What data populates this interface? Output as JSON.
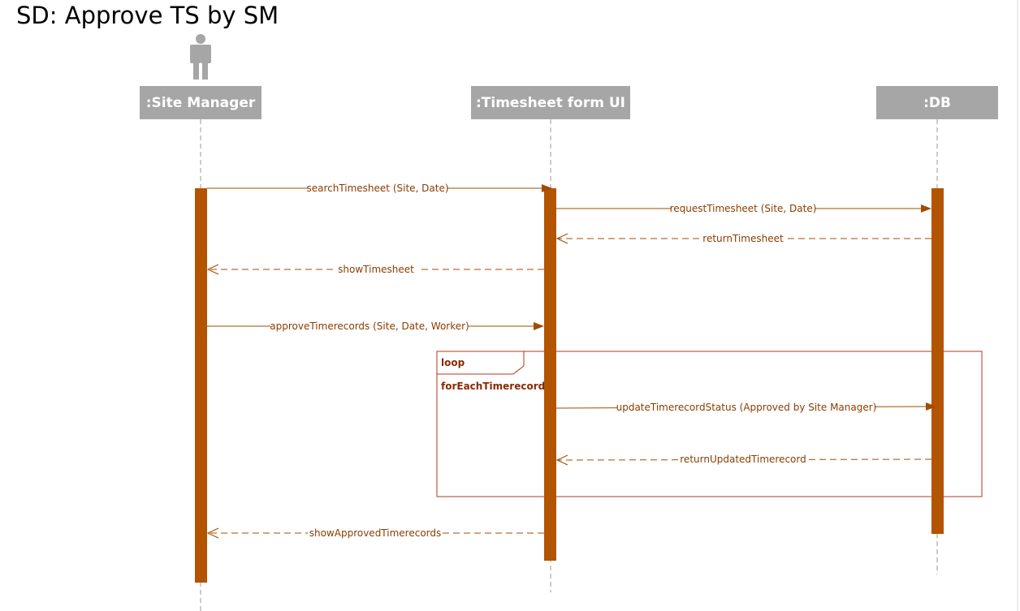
{
  "title": "SD: Approve TS by SM",
  "colors": {
    "activation": "#b35400",
    "message": "#a14c00",
    "lifeline_head": "#a6a6a6",
    "actor": "#a6a6a6",
    "frame": "#b03a1e",
    "frame_text": "#8a2a00"
  },
  "lifelines": [
    {
      "id": "sm",
      "label": ":Site Manager",
      "actor": true
    },
    {
      "id": "ui",
      "label": ":Timesheet form UI",
      "actor": false
    },
    {
      "id": "db",
      "label": ":DB",
      "actor": false
    }
  ],
  "messages": [
    {
      "from": "sm",
      "to": "ui",
      "label": "searchTimesheet (Site, Date)",
      "kind": "sync"
    },
    {
      "from": "ui",
      "to": "db",
      "label": "requestTimesheet (Site, Date)",
      "kind": "sync"
    },
    {
      "from": "db",
      "to": "ui",
      "label": "returnTimesheet",
      "kind": "return"
    },
    {
      "from": "ui",
      "to": "sm",
      "label": "showTimesheet",
      "kind": "return"
    },
    {
      "from": "sm",
      "to": "ui",
      "label": "approveTimerecords (Site, Date, Worker)",
      "kind": "sync"
    },
    {
      "from": "ui",
      "to": "db",
      "label": "updateTimerecordStatus (Approved by Site Manager)",
      "kind": "sync"
    },
    {
      "from": "db",
      "to": "ui",
      "label": "returnUpdatedTimerecord",
      "kind": "return"
    },
    {
      "from": "ui",
      "to": "sm",
      "label": "showApprovedTimerecords",
      "kind": "return"
    }
  ],
  "fragment": {
    "operator": "loop",
    "guard": "forEachTimerecord"
  }
}
